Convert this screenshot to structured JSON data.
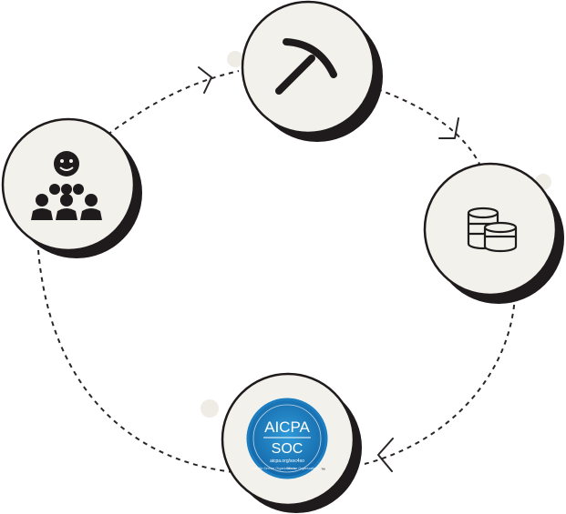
{
  "diagram": {
    "nodes": [
      {
        "id": "people",
        "icon": "people-group-icon"
      },
      {
        "id": "mining",
        "icon": "pickaxe-icon"
      },
      {
        "id": "storage",
        "icon": "database-coins-icon"
      },
      {
        "id": "audit",
        "icon": "aicpa-soc-badge"
      }
    ],
    "badge": {
      "line1": "AICPA",
      "line2": "SOC",
      "url": "aicpa.org/soc4so",
      "ring_left": "SOC for Service Organizations",
      "ring_right": "Service Organizations",
      "tm": "™",
      "color": "#1c7ec0"
    }
  }
}
